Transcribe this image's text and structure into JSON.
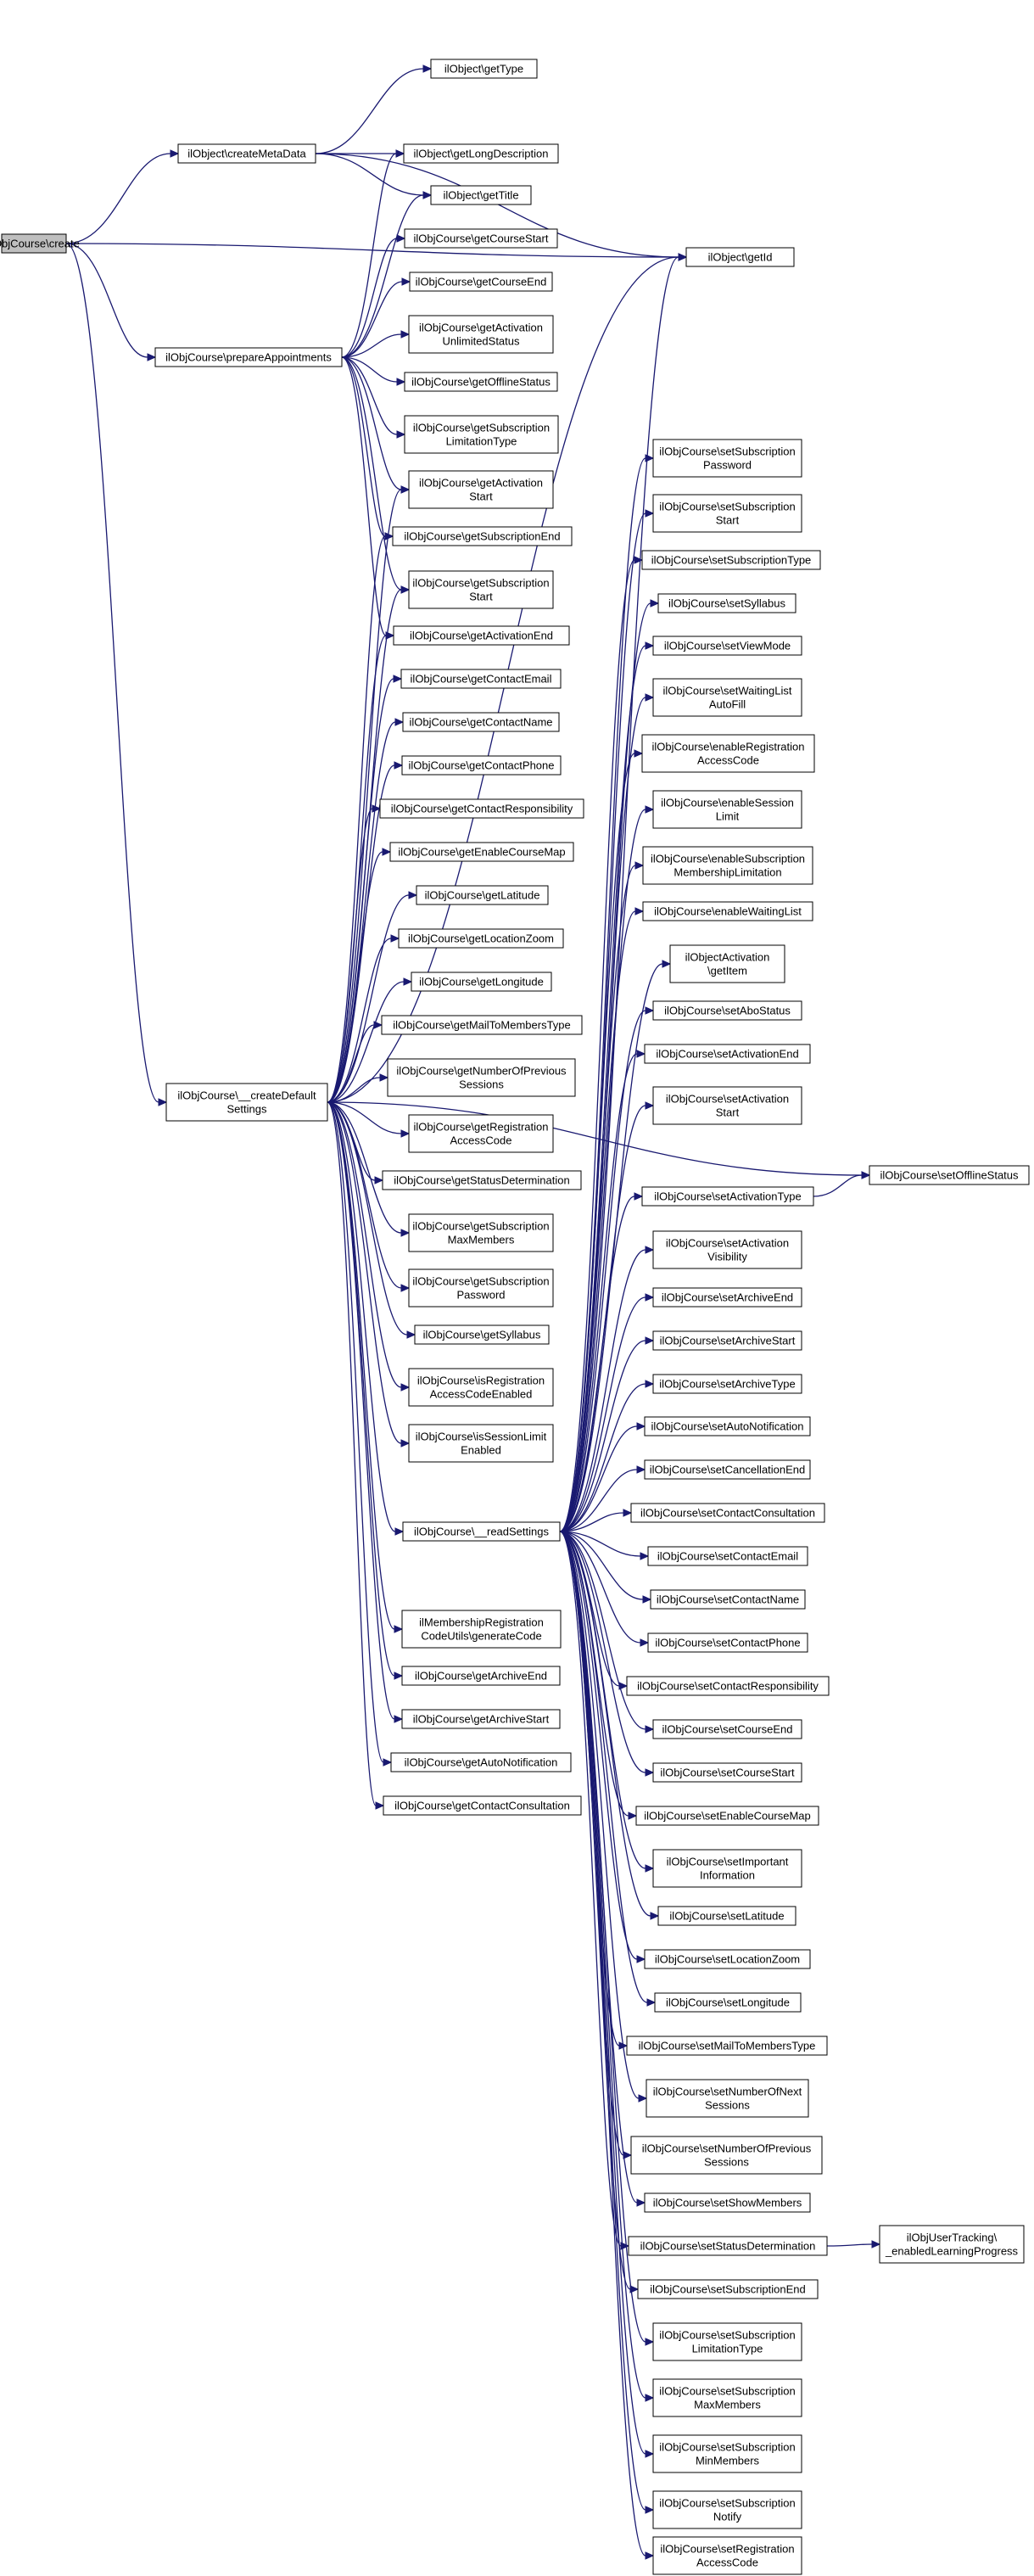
{
  "diagram": {
    "edge_color": "#191970",
    "root_fill": "#bfbfbf",
    "nodes": [
      {
        "id": "create",
        "lines": [
          "ilObjCourse\\create"
        ]
      },
      {
        "id": "createMetaData",
        "lines": [
          "ilObject\\createMetaData"
        ]
      },
      {
        "id": "prepareAppointments",
        "lines": [
          "ilObjCourse\\prepareAppointments"
        ]
      },
      {
        "id": "createDefaultSettings",
        "lines": [
          "ilObjCourse\\__createDefault",
          "Settings"
        ]
      },
      {
        "id": "readSettings",
        "lines": [
          "ilObjCourse\\__readSettings"
        ]
      },
      {
        "id": "getType",
        "lines": [
          "ilObject\\getType"
        ]
      },
      {
        "id": "getLongDescription",
        "lines": [
          "ilObject\\getLongDescription"
        ]
      },
      {
        "id": "getTitle",
        "lines": [
          "ilObject\\getTitle"
        ]
      },
      {
        "id": "getCourseStart",
        "lines": [
          "ilObjCourse\\getCourseStart"
        ]
      },
      {
        "id": "getCourseEnd",
        "lines": [
          "ilObjCourse\\getCourseEnd"
        ]
      },
      {
        "id": "getActivationUnlimitedStatus",
        "lines": [
          "ilObjCourse\\getActivation",
          "UnlimitedStatus"
        ]
      },
      {
        "id": "getOfflineStatus",
        "lines": [
          "ilObjCourse\\getOfflineStatus"
        ]
      },
      {
        "id": "getSubscriptionLimitationType",
        "lines": [
          "ilObjCourse\\getSubscription",
          "LimitationType"
        ]
      },
      {
        "id": "getActivationStart",
        "lines": [
          "ilObjCourse\\getActivation",
          "Start"
        ]
      },
      {
        "id": "getSubscriptionEnd",
        "lines": [
          "ilObjCourse\\getSubscriptionEnd"
        ]
      },
      {
        "id": "getSubscriptionStart",
        "lines": [
          "ilObjCourse\\getSubscription",
          "Start"
        ]
      },
      {
        "id": "getActivationEnd",
        "lines": [
          "ilObjCourse\\getActivationEnd"
        ]
      },
      {
        "id": "getContactEmail",
        "lines": [
          "ilObjCourse\\getContactEmail"
        ]
      },
      {
        "id": "getContactName",
        "lines": [
          "ilObjCourse\\getContactName"
        ]
      },
      {
        "id": "getContactPhone",
        "lines": [
          "ilObjCourse\\getContactPhone"
        ]
      },
      {
        "id": "getContactResponsibility",
        "lines": [
          "ilObjCourse\\getContactResponsibility"
        ]
      },
      {
        "id": "getEnableCourseMap",
        "lines": [
          "ilObjCourse\\getEnableCourseMap"
        ]
      },
      {
        "id": "getLatitude",
        "lines": [
          "ilObjCourse\\getLatitude"
        ]
      },
      {
        "id": "getLocationZoom",
        "lines": [
          "ilObjCourse\\getLocationZoom"
        ]
      },
      {
        "id": "getLongitude",
        "lines": [
          "ilObjCourse\\getLongitude"
        ]
      },
      {
        "id": "getMailToMembersType",
        "lines": [
          "ilObjCourse\\getMailToMembersType"
        ]
      },
      {
        "id": "getNumberOfPreviousSessions",
        "lines": [
          "ilObjCourse\\getNumberOfPrevious",
          "Sessions"
        ]
      },
      {
        "id": "getRegistrationAccessCode",
        "lines": [
          "ilObjCourse\\getRegistration",
          "AccessCode"
        ]
      },
      {
        "id": "getStatusDetermination",
        "lines": [
          "ilObjCourse\\getStatusDetermination"
        ]
      },
      {
        "id": "getSubscriptionMaxMembers",
        "lines": [
          "ilObjCourse\\getSubscription",
          "MaxMembers"
        ]
      },
      {
        "id": "getSubscriptionPassword",
        "lines": [
          "ilObjCourse\\getSubscription",
          "Password"
        ]
      },
      {
        "id": "getSyllabus",
        "lines": [
          "ilObjCourse\\getSyllabus"
        ]
      },
      {
        "id": "isRegistrationAccessCodeEnabled",
        "lines": [
          "ilObjCourse\\isRegistration",
          "AccessCodeEnabled"
        ]
      },
      {
        "id": "isSessionLimitEnabled",
        "lines": [
          "ilObjCourse\\isSessionLimit",
          "Enabled"
        ]
      },
      {
        "id": "generateCode",
        "lines": [
          "ilMembershipRegistration",
          "CodeUtils\\generateCode"
        ]
      },
      {
        "id": "getArchiveEnd",
        "lines": [
          "ilObjCourse\\getArchiveEnd"
        ]
      },
      {
        "id": "getArchiveStart",
        "lines": [
          "ilObjCourse\\getArchiveStart"
        ]
      },
      {
        "id": "getAutoNotification",
        "lines": [
          "ilObjCourse\\getAutoNotification"
        ]
      },
      {
        "id": "getContactConsultation",
        "lines": [
          "ilObjCourse\\getContactConsultation"
        ]
      },
      {
        "id": "getId",
        "lines": [
          "ilObject\\getId"
        ]
      },
      {
        "id": "setSubscriptionPassword",
        "lines": [
          "ilObjCourse\\setSubscription",
          "Password"
        ]
      },
      {
        "id": "setSubscriptionStart",
        "lines": [
          "ilObjCourse\\setSubscription",
          "Start"
        ]
      },
      {
        "id": "setSubscriptionType",
        "lines": [
          "ilObjCourse\\setSubscriptionType"
        ]
      },
      {
        "id": "setSyllabus",
        "lines": [
          "ilObjCourse\\setSyllabus"
        ]
      },
      {
        "id": "setViewMode",
        "lines": [
          "ilObjCourse\\setViewMode"
        ]
      },
      {
        "id": "setWaitingListAutoFill",
        "lines": [
          "ilObjCourse\\setWaitingList",
          "AutoFill"
        ]
      },
      {
        "id": "enableRegistrationAccessCode",
        "lines": [
          "ilObjCourse\\enableRegistration",
          "AccessCode"
        ]
      },
      {
        "id": "enableSessionLimit",
        "lines": [
          "ilObjCourse\\enableSession",
          "Limit"
        ]
      },
      {
        "id": "enableSubscriptionMembershipLimitation",
        "lines": [
          "ilObjCourse\\enableSubscription",
          "MembershipLimitation"
        ]
      },
      {
        "id": "enableWaitingList",
        "lines": [
          "ilObjCourse\\enableWaitingList"
        ]
      },
      {
        "id": "getItem",
        "lines": [
          "ilObjectActivation",
          "\\getItem"
        ]
      },
      {
        "id": "setAboStatus",
        "lines": [
          "ilObjCourse\\setAboStatus"
        ]
      },
      {
        "id": "setActivationEnd",
        "lines": [
          "ilObjCourse\\setActivationEnd"
        ]
      },
      {
        "id": "setActivationStart",
        "lines": [
          "ilObjCourse\\setActivation",
          "Start"
        ]
      },
      {
        "id": "setActivationType",
        "lines": [
          "ilObjCourse\\setActivationType"
        ]
      },
      {
        "id": "setOfflineStatus",
        "lines": [
          "ilObjCourse\\setOfflineStatus"
        ]
      },
      {
        "id": "setActivationVisibility",
        "lines": [
          "ilObjCourse\\setActivation",
          "Visibility"
        ]
      },
      {
        "id": "setArchiveEnd",
        "lines": [
          "ilObjCourse\\setArchiveEnd"
        ]
      },
      {
        "id": "setArchiveStart",
        "lines": [
          "ilObjCourse\\setArchiveStart"
        ]
      },
      {
        "id": "setArchiveType",
        "lines": [
          "ilObjCourse\\setArchiveType"
        ]
      },
      {
        "id": "setAutoNotification",
        "lines": [
          "ilObjCourse\\setAutoNotification"
        ]
      },
      {
        "id": "setCancellationEnd",
        "lines": [
          "ilObjCourse\\setCancellationEnd"
        ]
      },
      {
        "id": "setContactConsultation",
        "lines": [
          "ilObjCourse\\setContactConsultation"
        ]
      },
      {
        "id": "setContactEmail",
        "lines": [
          "ilObjCourse\\setContactEmail"
        ]
      },
      {
        "id": "setContactName",
        "lines": [
          "ilObjCourse\\setContactName"
        ]
      },
      {
        "id": "setContactPhone",
        "lines": [
          "ilObjCourse\\setContactPhone"
        ]
      },
      {
        "id": "setContactResponsibility",
        "lines": [
          "ilObjCourse\\setContactResponsibility"
        ]
      },
      {
        "id": "setCourseEnd",
        "lines": [
          "ilObjCourse\\setCourseEnd"
        ]
      },
      {
        "id": "setCourseStart",
        "lines": [
          "ilObjCourse\\setCourseStart"
        ]
      },
      {
        "id": "setEnableCourseMap",
        "lines": [
          "ilObjCourse\\setEnableCourseMap"
        ]
      },
      {
        "id": "setImportantInformation",
        "lines": [
          "ilObjCourse\\setImportant",
          "Information"
        ]
      },
      {
        "id": "setLatitude",
        "lines": [
          "ilObjCourse\\setLatitude"
        ]
      },
      {
        "id": "setLocationZoom",
        "lines": [
          "ilObjCourse\\setLocationZoom"
        ]
      },
      {
        "id": "setLongitude",
        "lines": [
          "ilObjCourse\\setLongitude"
        ]
      },
      {
        "id": "setMailToMembersType",
        "lines": [
          "ilObjCourse\\setMailToMembersType"
        ]
      },
      {
        "id": "setNumberOfNextSessions",
        "lines": [
          "ilObjCourse\\setNumberOfNext",
          "Sessions"
        ]
      },
      {
        "id": "setNumberOfPreviousSessions",
        "lines": [
          "ilObjCourse\\setNumberOfPrevious",
          "Sessions"
        ]
      },
      {
        "id": "setShowMembers",
        "lines": [
          "ilObjCourse\\setShowMembers"
        ]
      },
      {
        "id": "setStatusDetermination",
        "lines": [
          "ilObjCourse\\setStatusDetermination"
        ]
      },
      {
        "id": "enabledLearningProgress",
        "lines": [
          "ilObjUserTracking\\",
          "_enabledLearningProgress"
        ]
      },
      {
        "id": "setSubscriptionEnd",
        "lines": [
          "ilObjCourse\\setSubscriptionEnd"
        ]
      },
      {
        "id": "setSubscriptionLimitationType",
        "lines": [
          "ilObjCourse\\setSubscription",
          "LimitationType"
        ]
      },
      {
        "id": "setSubscriptionMaxMembers",
        "lines": [
          "ilObjCourse\\setSubscription",
          "MaxMembers"
        ]
      },
      {
        "id": "setSubscriptionMinMembers",
        "lines": [
          "ilObjCourse\\setSubscription",
          "MinMembers"
        ]
      },
      {
        "id": "setSubscriptionNotify",
        "lines": [
          "ilObjCourse\\setSubscription",
          "Notify"
        ]
      },
      {
        "id": "setRegistrationAccessCode",
        "lines": [
          "ilObjCourse\\setRegistration",
          "AccessCode"
        ]
      }
    ],
    "edges": [
      [
        "create",
        "getId"
      ],
      [
        "create",
        "createMetaData"
      ],
      [
        "create",
        "prepareAppointments"
      ],
      [
        "create",
        "createDefaultSettings"
      ],
      [
        "createMetaData",
        "getType"
      ],
      [
        "createMetaData",
        "getLongDescription"
      ],
      [
        "createMetaData",
        "getTitle"
      ],
      [
        "createMetaData",
        "getId"
      ],
      [
        "prepareAppointments",
        "getLongDescription"
      ],
      [
        "prepareAppointments",
        "getTitle"
      ],
      [
        "prepareAppointments",
        "getCourseStart"
      ],
      [
        "prepareAppointments",
        "getCourseEnd"
      ],
      [
        "prepareAppointments",
        "getActivationUnlimitedStatus"
      ],
      [
        "prepareAppointments",
        "getOfflineStatus"
      ],
      [
        "prepareAppointments",
        "getSubscriptionLimitationType"
      ],
      [
        "prepareAppointments",
        "getActivationStart"
      ],
      [
        "prepareAppointments",
        "getSubscriptionEnd"
      ],
      [
        "prepareAppointments",
        "getSubscriptionStart"
      ],
      [
        "prepareAppointments",
        "getActivationEnd"
      ],
      [
        "createDefaultSettings",
        "getActivationStart"
      ],
      [
        "createDefaultSettings",
        "getSubscriptionEnd"
      ],
      [
        "createDefaultSettings",
        "getSubscriptionStart"
      ],
      [
        "createDefaultSettings",
        "getActivationEnd"
      ],
      [
        "createDefaultSettings",
        "getContactEmail"
      ],
      [
        "createDefaultSettings",
        "getContactName"
      ],
      [
        "createDefaultSettings",
        "getContactPhone"
      ],
      [
        "createDefaultSettings",
        "getContactResponsibility"
      ],
      [
        "createDefaultSettings",
        "getEnableCourseMap"
      ],
      [
        "createDefaultSettings",
        "getLatitude"
      ],
      [
        "createDefaultSettings",
        "getLocationZoom"
      ],
      [
        "createDefaultSettings",
        "getLongitude"
      ],
      [
        "createDefaultSettings",
        "getMailToMembersType"
      ],
      [
        "createDefaultSettings",
        "getNumberOfPreviousSessions"
      ],
      [
        "createDefaultSettings",
        "getRegistrationAccessCode"
      ],
      [
        "createDefaultSettings",
        "getStatusDetermination"
      ],
      [
        "createDefaultSettings",
        "getSubscriptionMaxMembers"
      ],
      [
        "createDefaultSettings",
        "getSubscriptionPassword"
      ],
      [
        "createDefaultSettings",
        "getSyllabus"
      ],
      [
        "createDefaultSettings",
        "isRegistrationAccessCodeEnabled"
      ],
      [
        "createDefaultSettings",
        "isSessionLimitEnabled"
      ],
      [
        "createDefaultSettings",
        "readSettings"
      ],
      [
        "createDefaultSettings",
        "generateCode"
      ],
      [
        "createDefaultSettings",
        "getArchiveEnd"
      ],
      [
        "createDefaultSettings",
        "getArchiveStart"
      ],
      [
        "createDefaultSettings",
        "getAutoNotification"
      ],
      [
        "createDefaultSettings",
        "getContactConsultation"
      ],
      [
        "createDefaultSettings",
        "getId"
      ],
      [
        "createDefaultSettings",
        "setOfflineStatus"
      ],
      [
        "readSettings",
        "getId"
      ],
      [
        "readSettings",
        "setSubscriptionPassword"
      ],
      [
        "readSettings",
        "setSubscriptionStart"
      ],
      [
        "readSettings",
        "setSubscriptionType"
      ],
      [
        "readSettings",
        "setSyllabus"
      ],
      [
        "readSettings",
        "setViewMode"
      ],
      [
        "readSettings",
        "setWaitingListAutoFill"
      ],
      [
        "readSettings",
        "enableRegistrationAccessCode"
      ],
      [
        "readSettings",
        "enableSessionLimit"
      ],
      [
        "readSettings",
        "enableSubscriptionMembershipLimitation"
      ],
      [
        "readSettings",
        "enableWaitingList"
      ],
      [
        "readSettings",
        "getItem"
      ],
      [
        "readSettings",
        "setAboStatus"
      ],
      [
        "readSettings",
        "setActivationEnd"
      ],
      [
        "readSettings",
        "setActivationStart"
      ],
      [
        "readSettings",
        "setActivationType"
      ],
      [
        "readSettings",
        "setActivationVisibility"
      ],
      [
        "readSettings",
        "setArchiveEnd"
      ],
      [
        "readSettings",
        "setArchiveStart"
      ],
      [
        "readSettings",
        "setArchiveType"
      ],
      [
        "readSettings",
        "setAutoNotification"
      ],
      [
        "readSettings",
        "setCancellationEnd"
      ],
      [
        "readSettings",
        "setContactConsultation"
      ],
      [
        "readSettings",
        "setContactEmail"
      ],
      [
        "readSettings",
        "setContactName"
      ],
      [
        "readSettings",
        "setContactPhone"
      ],
      [
        "readSettings",
        "setContactResponsibility"
      ],
      [
        "readSettings",
        "setCourseEnd"
      ],
      [
        "readSettings",
        "setCourseStart"
      ],
      [
        "readSettings",
        "setEnableCourseMap"
      ],
      [
        "readSettings",
        "setImportantInformation"
      ],
      [
        "readSettings",
        "setLatitude"
      ],
      [
        "readSettings",
        "setLocationZoom"
      ],
      [
        "readSettings",
        "setLongitude"
      ],
      [
        "readSettings",
        "setMailToMembersType"
      ],
      [
        "readSettings",
        "setNumberOfNextSessions"
      ],
      [
        "readSettings",
        "setNumberOfPreviousSessions"
      ],
      [
        "readSettings",
        "setShowMembers"
      ],
      [
        "readSettings",
        "setStatusDetermination"
      ],
      [
        "readSettings",
        "setSubscriptionEnd"
      ],
      [
        "readSettings",
        "setSubscriptionLimitationType"
      ],
      [
        "readSettings",
        "setSubscriptionMaxMembers"
      ],
      [
        "readSettings",
        "setSubscriptionMinMembers"
      ],
      [
        "readSettings",
        "setSubscriptionNotify"
      ],
      [
        "readSettings",
        "setRegistrationAccessCode"
      ],
      [
        "setActivationType",
        "setOfflineStatus"
      ],
      [
        "setStatusDetermination",
        "enabledLearningProgress"
      ]
    ]
  }
}
